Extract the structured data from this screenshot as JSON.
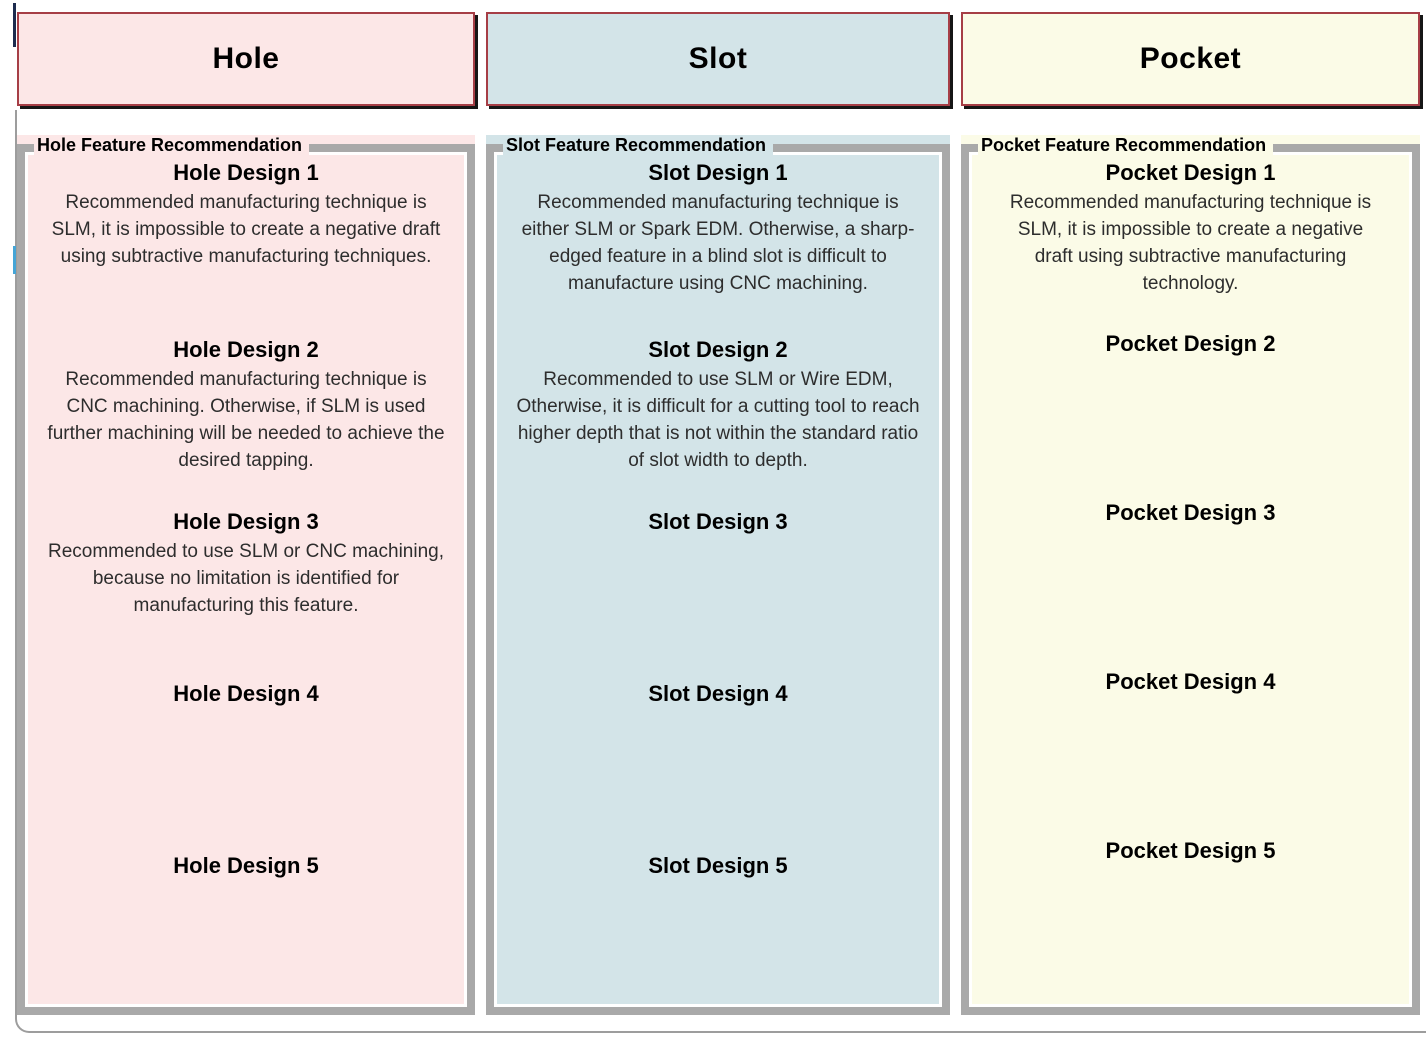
{
  "colors": {
    "red_border": "#a63e46",
    "black_border": "#161616",
    "frame_gray": "#a9a9a9",
    "canvas_line": "#9d9d9d",
    "navy_tick": "#1c2b4e",
    "blue_tick": "#45a5d6",
    "hole_bg": "#fce7e7",
    "slot_bg": "#d3e4e8",
    "pocket_bg": "#fbfbe7"
  },
  "columns": [
    {
      "id": "hole",
      "header": {
        "label": "Hole"
      },
      "group": {
        "title": "Hole Feature Recommendation"
      },
      "designs": [
        {
          "title": "Hole Design 1",
          "description": "Recommended manufacturing technique is SLM, it is impossible to create a negative draft using subtractive manufacturing techniques."
        },
        {
          "title": "Hole Design 2",
          "description": "Recommended manufacturing technique is CNC machining. Otherwise, if SLM is used further machining will be needed to achieve the desired tapping."
        },
        {
          "title": "Hole Design 3",
          "description": "Recommended to use SLM or CNC machining, because no limitation is identified for manufacturing this feature."
        },
        {
          "title": "Hole Design 4",
          "description": ""
        },
        {
          "title": "Hole Design 5",
          "description": ""
        }
      ]
    },
    {
      "id": "slot",
      "header": {
        "label": "Slot"
      },
      "group": {
        "title": "Slot Feature Recommendation"
      },
      "designs": [
        {
          "title": "Slot Design 1",
          "description": "Recommended manufacturing technique is either SLM or Spark EDM. Otherwise, a sharp-edged feature in a blind slot is difficult to manufacture using CNC machining."
        },
        {
          "title": "Slot Design 2",
          "description": "Recommended to use SLM or Wire EDM, Otherwise,  it is difficult for a cutting tool to reach higher depth that is not within the standard ratio of slot width to depth."
        },
        {
          "title": "Slot Design 3",
          "description": ""
        },
        {
          "title": "Slot Design 4",
          "description": ""
        },
        {
          "title": "Slot Design 5",
          "description": ""
        }
      ]
    },
    {
      "id": "pocket",
      "header": {
        "label": "Pocket"
      },
      "group": {
        "title": "Pocket Feature Recommendation"
      },
      "designs": [
        {
          "title": "Pocket Design 1",
          "description": "Recommended manufacturing technique is SLM, it is impossible to create a negative draft using subtractive manufacturing technology."
        },
        {
          "title": "Pocket Design 2",
          "description": ""
        },
        {
          "title": "Pocket Design 3",
          "description": ""
        },
        {
          "title": "Pocket Design 4",
          "description": ""
        },
        {
          "title": "Pocket Design 5",
          "description": ""
        }
      ]
    }
  ]
}
